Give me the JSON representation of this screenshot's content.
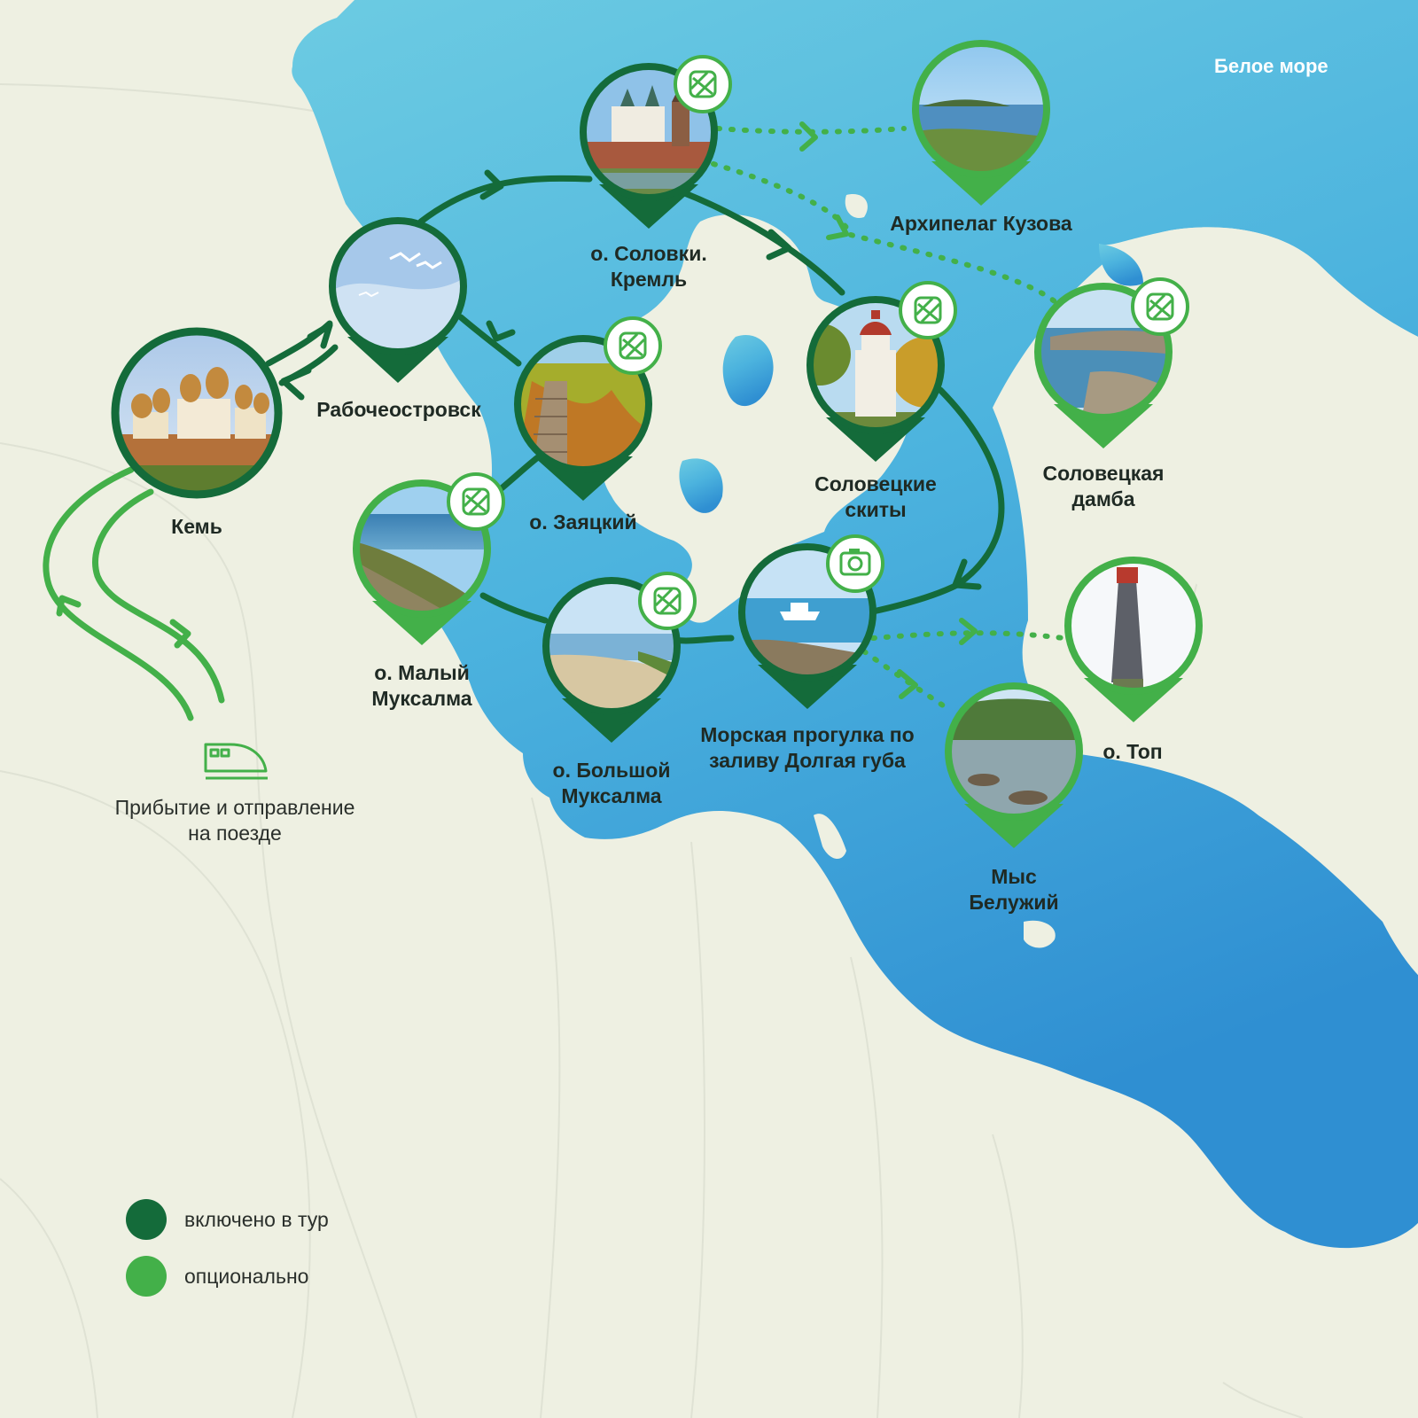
{
  "sea_label": "Белое море",
  "colors": {
    "land": "#eef0e2",
    "sea_light": "#6ccbe2",
    "sea_dark": "#2f8fd2",
    "included": "#146b3a",
    "optional": "#43b049"
  },
  "places": {
    "kem": {
      "label": [
        "Кемь"
      ],
      "status": "included"
    },
    "rabocheostrovsk": {
      "label": [
        "Рабочеостровск"
      ],
      "status": "included"
    },
    "kremlin": {
      "label": [
        "о. Соловки.",
        "Кремль"
      ],
      "status": "included",
      "badge": "excursion-icon"
    },
    "zayatsky": {
      "label": [
        "о. Заяцкий"
      ],
      "status": "included",
      "badge": "excursion-icon"
    },
    "skity": {
      "label": [
        "Соловецкие",
        "скиты"
      ],
      "status": "included",
      "badge": "excursion-icon"
    },
    "maly": {
      "label": [
        "о. Малый",
        "Муксалма"
      ],
      "status": "optional",
      "badge": "excursion-icon"
    },
    "bolshoy": {
      "label": [
        "о. Большой",
        "Муксалма"
      ],
      "status": "included",
      "badge": "excursion-icon"
    },
    "dolgaya": {
      "label": [
        "Морская прогулка по",
        "заливу Долгая губа"
      ],
      "status": "included",
      "badge": "camera-icon"
    },
    "kuzova": {
      "label": [
        "Архипелаг Кузова"
      ],
      "status": "optional"
    },
    "damba": {
      "label": [
        "Соловецкая",
        "дамба"
      ],
      "status": "optional",
      "badge": "excursion-icon"
    },
    "top": {
      "label": [
        "о. Топ"
      ],
      "status": "optional"
    },
    "beluzhy": {
      "label": [
        "Мыс",
        "Белужий"
      ],
      "status": "optional"
    }
  },
  "train": {
    "icon": "train-icon",
    "label": [
      "Прибытие и отправление",
      "на поезде"
    ]
  },
  "legend": [
    {
      "status": "included",
      "label": "включено в тур"
    },
    {
      "status": "optional",
      "label": "опционально"
    }
  ]
}
